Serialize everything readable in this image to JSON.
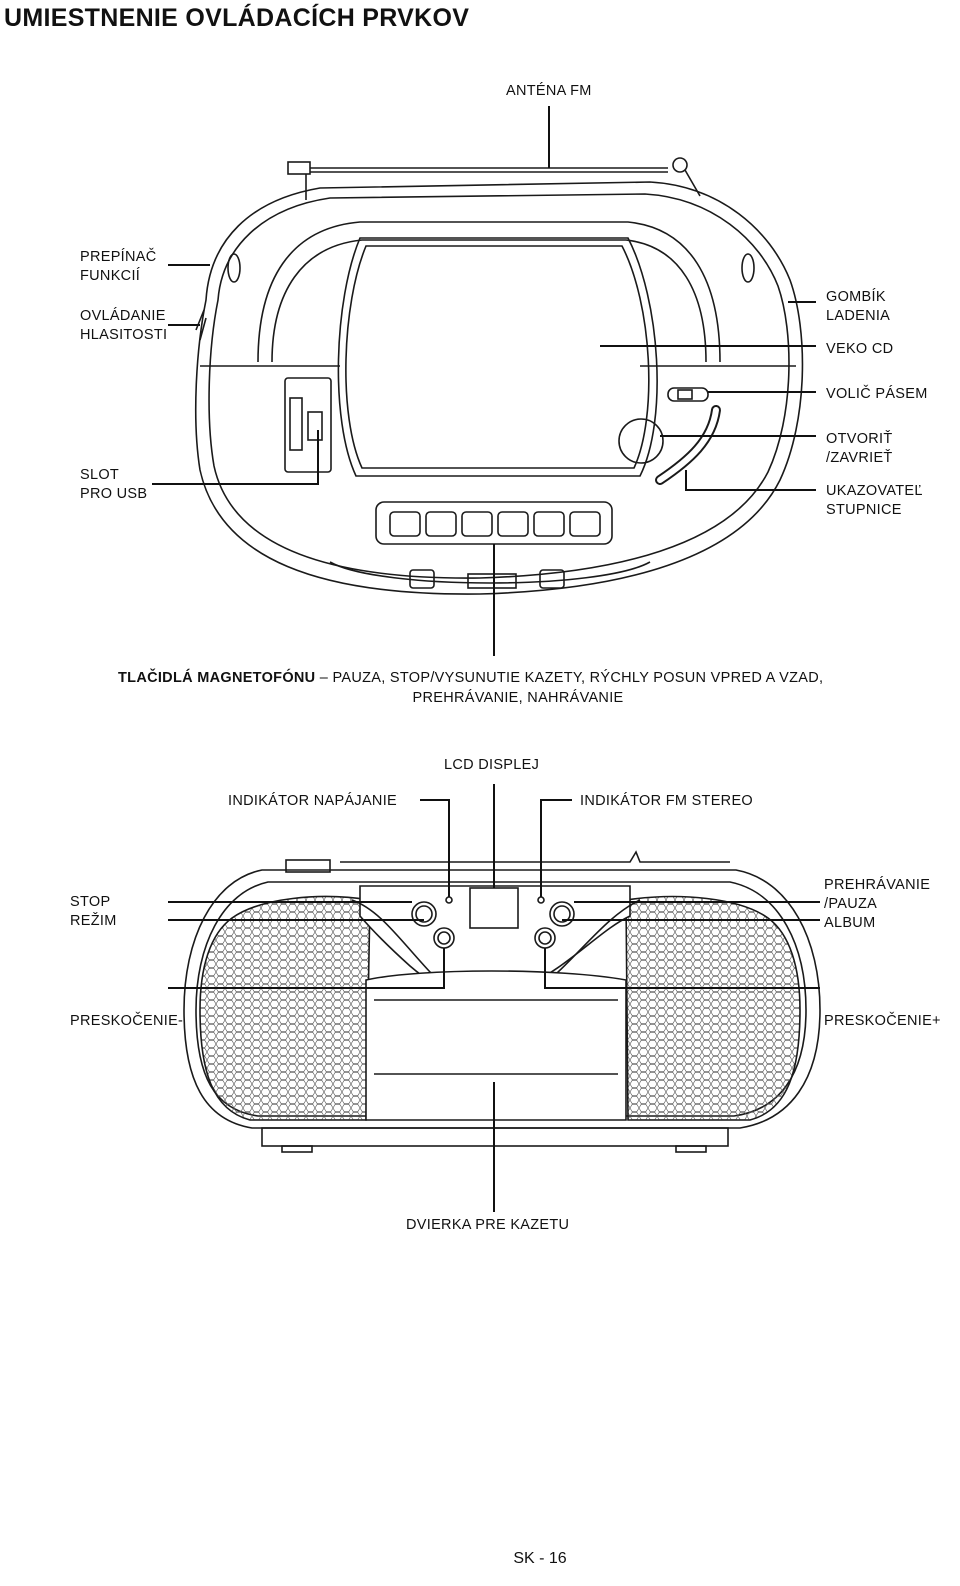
{
  "title": "UMIESTNENIE OVLÁDACÍCH PRVKOV",
  "top_view": {
    "labels": {
      "antenna_fm": "ANTÉNA FM",
      "function_switch": [
        "PREPÍNAČ",
        "FUNKCIÍ"
      ],
      "volume_control": [
        "OVLÁDANIE",
        "HLASITOSTI"
      ],
      "usb_slot": [
        "SLOT",
        "PRO USB"
      ],
      "tuning_knob": [
        "GOMBÍK",
        "LADENIA"
      ],
      "cd_lid": "VEKO CD",
      "band_selector": "VOLIČ PÁSEM",
      "open_close": [
        "OTVORIŤ",
        "/ZAVRIEŤ"
      ],
      "dial_indicator": [
        "UKAZOVATEĽ",
        "STUPNICE"
      ]
    },
    "caption_bold": "TLAČIDLÁ MAGNETOFÓNU",
    "caption_rest": " – PAUZA, STOP/VYSUNUTIE KAZETY, RÝCHLY POSUN VPRED A VZAD,",
    "caption_line2": "PREHRÁVANIE, NAHRÁVANIE"
  },
  "front_view": {
    "labels": {
      "lcd_display": "LCD DISPLEJ",
      "power_indicator": "INDIKÁTOR NAPÁJANIE",
      "fm_stereo_indicator": "INDIKÁTOR FM STEREO",
      "stop_mode": [
        "STOP",
        "REŽIM"
      ],
      "play_pause_album": [
        "PREHRÁVANIE",
        "/PAUZA",
        "ALBUM"
      ],
      "skip_back": "PRESKOČENIE-",
      "skip_forward": "PRESKOČENIE+",
      "cassette_door": "DVIERKA PRE KAZETU"
    }
  },
  "page_number": "SK - 16"
}
